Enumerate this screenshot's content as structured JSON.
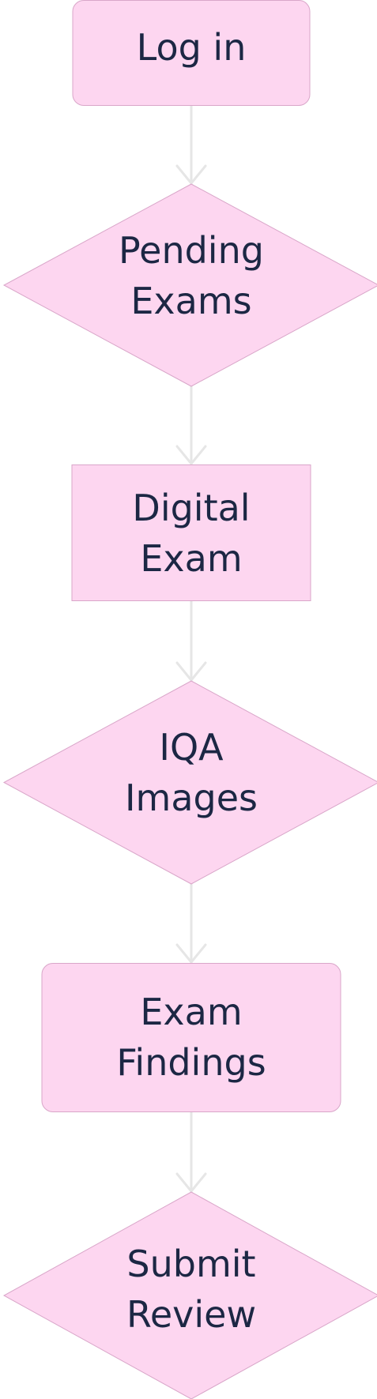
{
  "diagram": {
    "nodes": [
      {
        "id": "login",
        "shape": "rounded-rect",
        "lines": [
          "Log in"
        ]
      },
      {
        "id": "pending",
        "shape": "diamond",
        "lines": [
          "Pending",
          "Exams"
        ]
      },
      {
        "id": "digital",
        "shape": "rect",
        "lines": [
          "Digital",
          "Exam"
        ]
      },
      {
        "id": "iqa",
        "shape": "diamond",
        "lines": [
          "IQA",
          "Images"
        ]
      },
      {
        "id": "findings",
        "shape": "rounded-rect",
        "lines": [
          "Exam",
          "Findings"
        ]
      },
      {
        "id": "submit",
        "shape": "diamond",
        "lines": [
          "Submit",
          "Review"
        ]
      }
    ],
    "edges": [
      {
        "from": "login",
        "to": "pending"
      },
      {
        "from": "pending",
        "to": "digital"
      },
      {
        "from": "digital",
        "to": "iqa"
      },
      {
        "from": "iqa",
        "to": "findings"
      },
      {
        "from": "findings",
        "to": "submit"
      }
    ],
    "colors": {
      "node_fill": "#fdd6f0",
      "node_stroke": "#d9a6c9",
      "text": "#1c2744",
      "edge": "#e6e6e6"
    }
  }
}
